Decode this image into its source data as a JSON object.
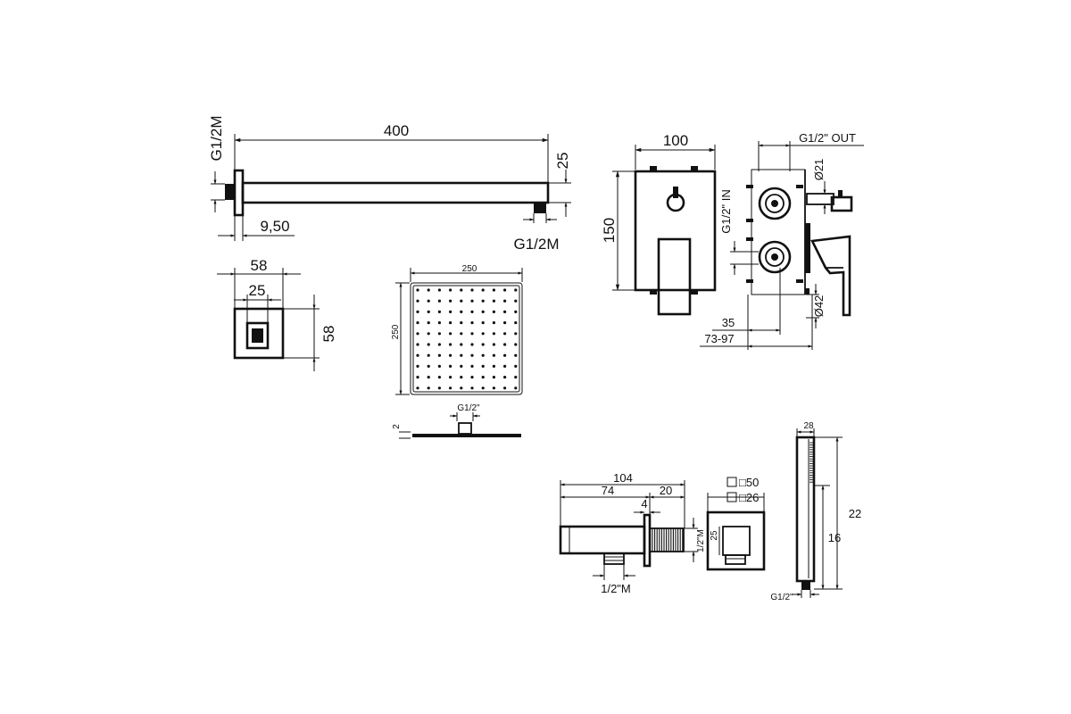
{
  "shower_arm": {
    "length": "400",
    "thread_left": "G1/2M",
    "thread_right": "G1/2M",
    "height": "25",
    "offset": "9,50"
  },
  "wall_flange": {
    "outer": "58",
    "inner": "25",
    "height": "58"
  },
  "shower_head": {
    "width": "250",
    "height": "250",
    "thread": "G1/2\"",
    "thickness": "2"
  },
  "mixer": {
    "width": "100",
    "height": "150",
    "outlet": "G1/2\" OUT",
    "inlet": "G1/2\" IN",
    "diameter_small": "Ø21",
    "diameter_large": "Ø42",
    "depth_fixed": "35",
    "depth_range": "73-97"
  },
  "wall_outlet": {
    "total_length": "104",
    "body_length": "74",
    "thread_length": "20",
    "flange": "4",
    "bottom_thread": "1/2\"M",
    "side_thread": "1/2\"M",
    "square_outer": "□50",
    "square_inner": "□26",
    "inner_height": "25"
  },
  "hand_shower": {
    "width": "28",
    "total_length": "22",
    "handle_length": "16",
    "thread": "G1/2\""
  }
}
